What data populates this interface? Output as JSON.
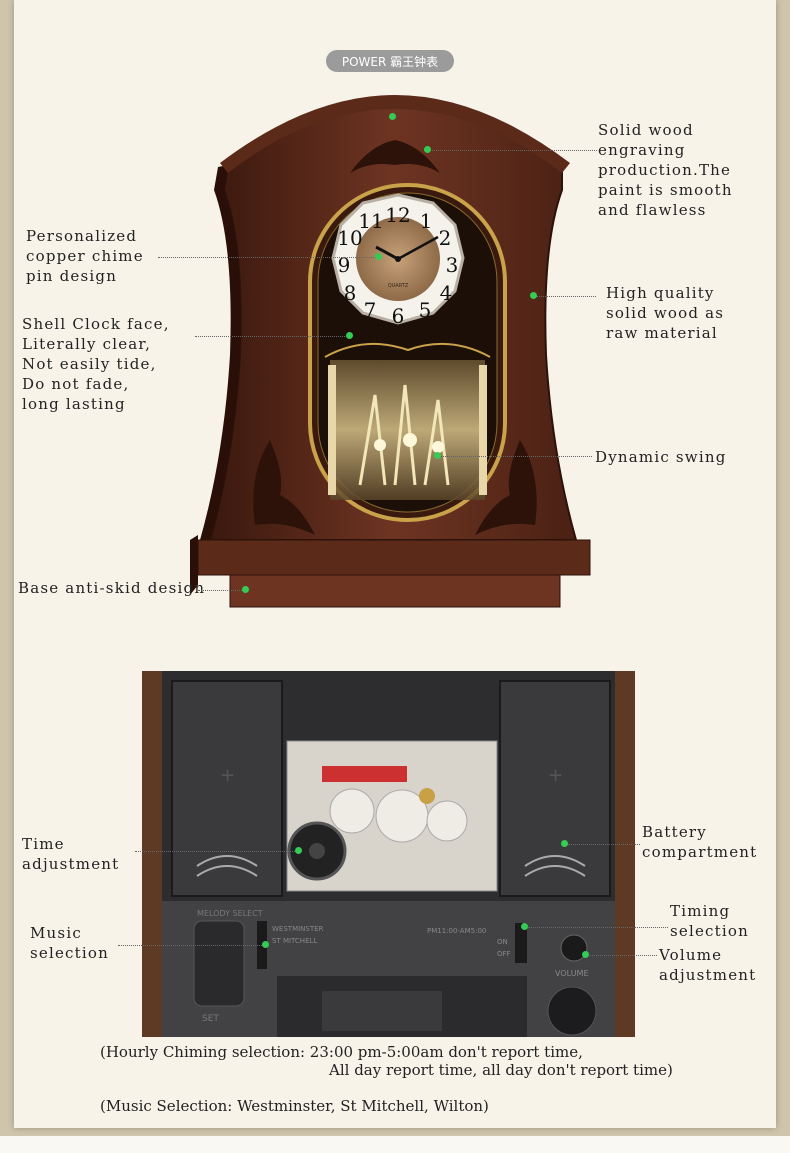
{
  "brand_badge": "POWER 霸王钟表",
  "clock_face": {
    "numerals": [
      "12",
      "1",
      "2",
      "3",
      "4",
      "5",
      "6",
      "7",
      "8",
      "9",
      "10",
      "11"
    ],
    "dial_text": "QUARTZ"
  },
  "callouts_top": {
    "solid_wood": "Solid wood\nengraving\nproduction.The\npaint is smooth\nand flawless",
    "chime_pin": "Personalized\ncopper chime\npin design",
    "high_quality": "High quality\nsolid wood as\nraw material",
    "shell_face": "Shell Clock face,\nLiterally clear,\nNot easily tide,\nDo not fade,\nlong lasting",
    "dynamic_swing": "Dynamic swing",
    "base": "Base anti-skid design"
  },
  "callouts_bottom": {
    "time_adjustment": "Time\nadjustment",
    "battery": "Battery\ncompartment",
    "music_selection": "Music\nselection",
    "timing_selection": "Timing\nselection",
    "volume": "Volume\nadjustment"
  },
  "notes": {
    "hourly_line1": "(Hourly Chiming selection: 23:00 pm-5:00am don't report time,",
    "hourly_line2": "All day report time, all day don't report time)",
    "music": "(Music Selection: Westminster, St Mitchell, Wilton)"
  },
  "mechanism_labels": {
    "set": "SET",
    "volume": "VOLUME",
    "melody_select": "MELODY SELECT",
    "westminster": "WESTMINSTER",
    "st_mitchell": "ST MITCHELL",
    "timing": "PM11:00-AM5:00",
    "on": "ON",
    "off": "OFF"
  },
  "colors": {
    "wood_dark": "#4a2114",
    "wood_mid": "#6e3422",
    "gold": "#c9a24a",
    "leader_dot": "#33cc55"
  }
}
